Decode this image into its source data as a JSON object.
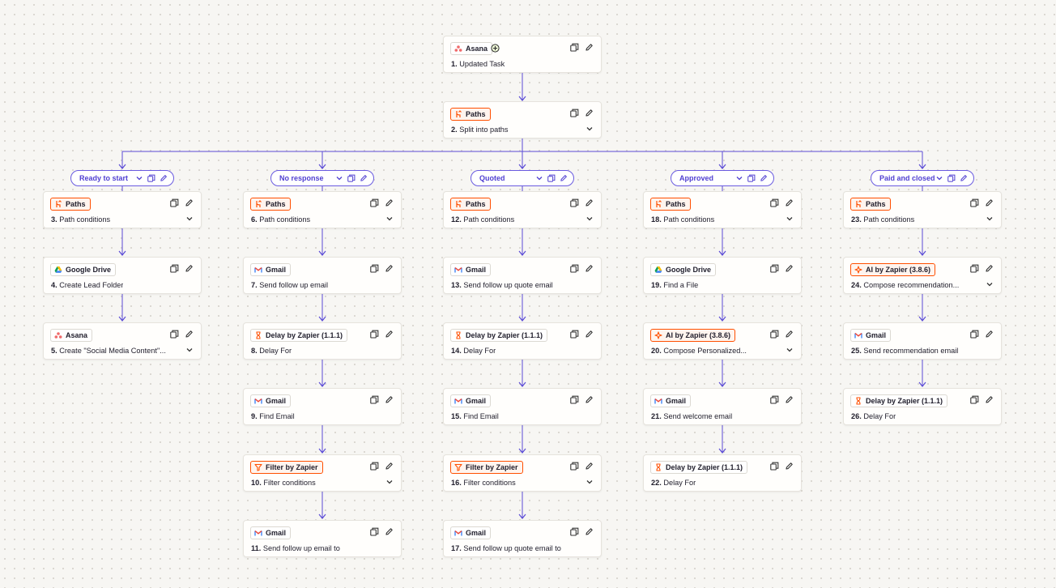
{
  "trigger": {
    "app": "Asana",
    "title": "Updated Task",
    "num": "1."
  },
  "splitter": {
    "app": "Paths",
    "title": "Split into paths",
    "num": "2."
  },
  "branches": [
    {
      "label": "Ready to start",
      "steps": [
        {
          "num": "3.",
          "app": "Paths",
          "title": "Path conditions"
        },
        {
          "num": "4.",
          "app": "Google Drive",
          "title": "Create Lead Folder"
        },
        {
          "num": "5.",
          "app": "Asana",
          "title": "Create \"Social Media Content\"..."
        }
      ]
    },
    {
      "label": "No response",
      "steps": [
        {
          "num": "6.",
          "app": "Paths",
          "title": "Path conditions"
        },
        {
          "num": "7.",
          "app": "Gmail",
          "title": "Send follow up email"
        },
        {
          "num": "8.",
          "app": "Delay by Zapier (1.1.1)",
          "title": "Delay For"
        },
        {
          "num": "9.",
          "app": "Gmail",
          "title": "Find Email"
        },
        {
          "num": "10.",
          "app": "Filter by Zapier",
          "title": "Filter conditions"
        },
        {
          "num": "11.",
          "app": "Gmail",
          "title": "Send follow up email to"
        }
      ]
    },
    {
      "label": "Quoted",
      "steps": [
        {
          "num": "12.",
          "app": "Paths",
          "title": "Path conditions"
        },
        {
          "num": "13.",
          "app": "Gmail",
          "title": "Send follow up quote email"
        },
        {
          "num": "14.",
          "app": "Delay by Zapier (1.1.1)",
          "title": "Delay For"
        },
        {
          "num": "15.",
          "app": "Gmail",
          "title": "Find Email"
        },
        {
          "num": "16.",
          "app": "Filter by Zapier",
          "title": "Filter conditions"
        },
        {
          "num": "17.",
          "app": "Gmail",
          "title": "Send follow up quote email to"
        }
      ]
    },
    {
      "label": "Approved",
      "steps": [
        {
          "num": "18.",
          "app": "Paths",
          "title": "Path conditions"
        },
        {
          "num": "19.",
          "app": "Google Drive",
          "title": "Find a File"
        },
        {
          "num": "20.",
          "app": "AI by Zapier (3.8.6)",
          "title": "Compose Personalized..."
        },
        {
          "num": "21.",
          "app": "Gmail",
          "title": "Send welcome email"
        },
        {
          "num": "22.",
          "app": "Delay by Zapier (1.1.1)",
          "title": "Delay For"
        }
      ]
    },
    {
      "label": "Paid and closed",
      "steps": [
        {
          "num": "23.",
          "app": "Paths",
          "title": "Path conditions"
        },
        {
          "num": "24.",
          "app": "AI by Zapier (3.8.6)",
          "title": "Compose recommendation..."
        },
        {
          "num": "25.",
          "app": "Gmail",
          "title": "Send recommendation email"
        },
        {
          "num": "26.",
          "app": "Delay by Zapier (1.1.1)",
          "title": "Delay For"
        }
      ]
    }
  ],
  "icons": {
    "copy": "copy-icon",
    "edit": "pencil-icon",
    "expand": "chevron-down-icon",
    "add_trigger": "plus-circle-icon"
  },
  "colors": {
    "accent": "#4f3fd1",
    "line": "#5b4bd6",
    "orange": "#ff4f00"
  }
}
